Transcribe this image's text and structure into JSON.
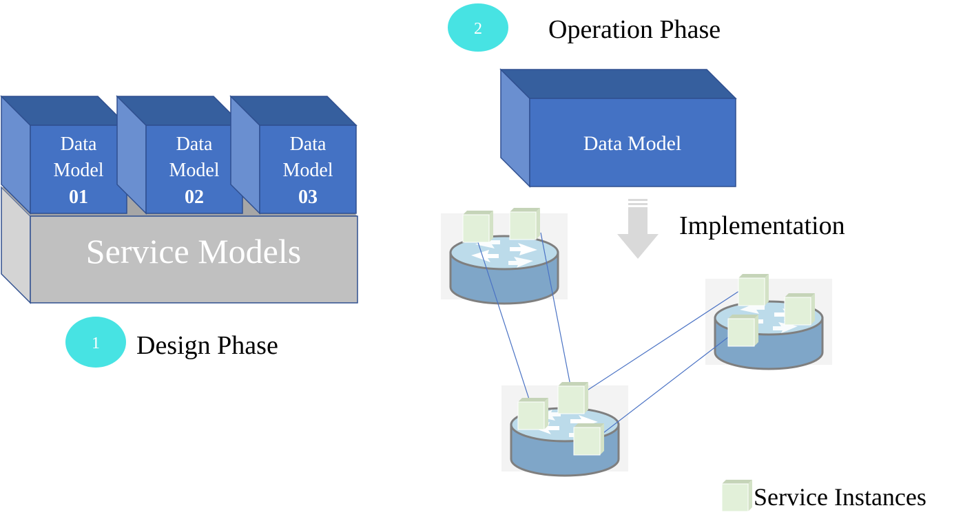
{
  "design": {
    "badge": "1",
    "label": "Design Phase",
    "service_models_label": "Service Models",
    "data_models": [
      {
        "line1": "Data",
        "line2": "Model",
        "num": "01"
      },
      {
        "line1": "Data",
        "line2": "Model",
        "num": "02"
      },
      {
        "line1": "Data",
        "line2": "Model",
        "num": "03"
      }
    ]
  },
  "operation": {
    "badge": "2",
    "label": "Operation Phase",
    "data_model_label": "Data Model",
    "implementation_label": "Implementation"
  },
  "legend": {
    "service_instances_label": "Service Instances"
  },
  "colors": {
    "box_front": "#4472c4",
    "box_top": "#365f9e",
    "box_side": "#6a8fd0",
    "service_front": "#c0c0c0",
    "service_side": "#d4d4d4",
    "badge": "#47e3e3",
    "router_top": "#bcdbea",
    "router_body": "#7fa6c8",
    "instance_front": "#e2f0d9",
    "instance_top": "#c5d4b8",
    "link": "#4a72c4"
  }
}
